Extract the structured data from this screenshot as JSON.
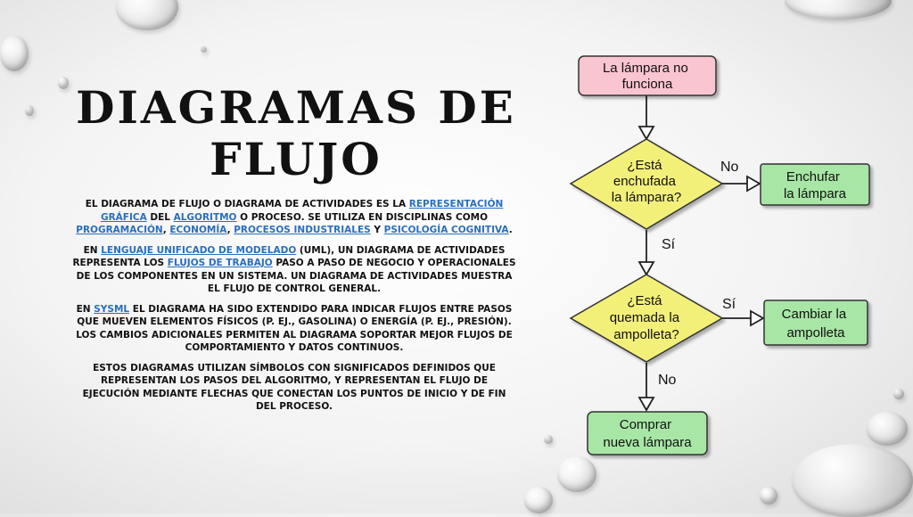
{
  "slide": {
    "title_line1": "Diagramas de",
    "title_line2": "flujo",
    "p1": {
      "t1": "El diagrama de flujo o diagrama de actividades es la ",
      "l1": "representación gráfica",
      "t2": " del ",
      "l2": "algoritmo",
      "t3": " o proceso. Se utiliza en disciplinas como ",
      "l3": "programación",
      "t4": ", ",
      "l4": "economía",
      "t5": ", ",
      "l5": "procesos industriales",
      "t6": " y ",
      "l6": "psicología cognitiva",
      "t7": "."
    },
    "p2": {
      "t1": "En ",
      "l1": "Lenguaje Unificado de Modelado",
      "t2": " (UML), un diagrama de actividades representa los ",
      "l2": "flujos de trabajo",
      "t3": " paso a paso de negocio y operacionales de los componentes en un sistema. Un diagrama de actividades muestra el flujo de control general."
    },
    "p3": {
      "t1": "En ",
      "l1": "SysML",
      "t2": " el diagrama ha sido extendido para indicar flujos entre pasos que mueven elementos físicos (p. ej., gasolina) o energía (p. ej., presión). Los cambios adicionales permiten al diagrama soportar mejor flujos de comportamiento y datos continuos."
    },
    "p4": "Estos diagramas utilizan símbolos con significados definidos que representan los pasos del algoritmo, y representan el flujo de ejecución mediante flechas que conectan los puntos de inicio y de fin del proceso."
  },
  "flowchart": {
    "start": [
      "La lámpara no",
      "funciona"
    ],
    "decision1": [
      "¿Está",
      "enchufada",
      "la lámpara?"
    ],
    "decision1_no": "No",
    "action1": [
      "Enchufar",
      "la lámpara"
    ],
    "decision1_yes": "Sí",
    "decision2": [
      "¿Está",
      "quemada la",
      "ampolleta?"
    ],
    "decision2_yes": "Sí",
    "action2": [
      "Cambiar la",
      "ampolleta"
    ],
    "decision2_no": "No",
    "end": [
      "Comprar",
      "nueva lámpara"
    ]
  },
  "colors": {
    "start_fill": "#f9c5d1",
    "decision_fill": "#f3f07a",
    "action_fill": "#a8e6a6",
    "link": "#2a6ebd"
  }
}
